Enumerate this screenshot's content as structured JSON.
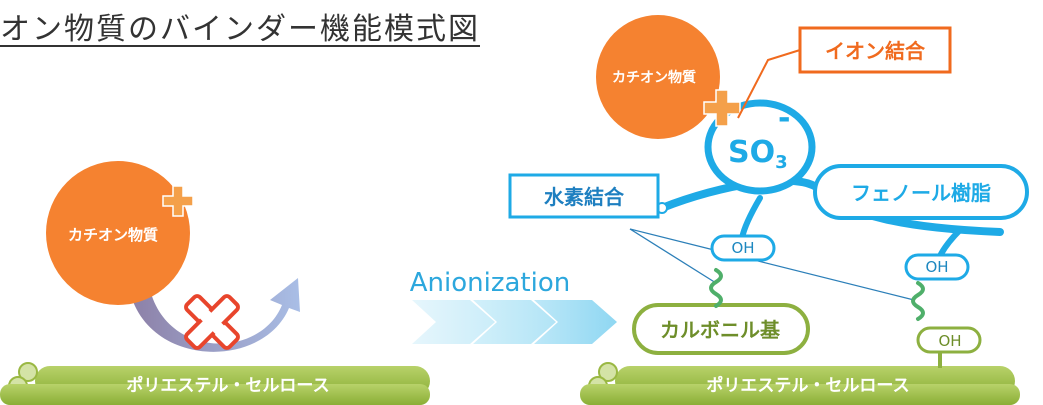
{
  "title": "オン物質のバインダー機能模式図",
  "labels": {
    "cation_left": "カチオン物質",
    "cation_right": "カチオン物質",
    "ionic_bond": "イオン結合",
    "hydrogen_bond": "水素結合",
    "phenol_resin": "フェノール樹脂",
    "carbonyl_group": "カルボニル基",
    "anionization": "Anionization",
    "so3_main": "SO",
    "so3_sub": "3",
    "oh_1": "OH",
    "oh_2": "OH",
    "oh_3": "OH",
    "fiber_left": "ポリエステル・セルロース",
    "fiber_right": "ポリエステル・セルロース",
    "plus_sign": "+",
    "minus_sign": "-"
  },
  "colors": {
    "cation_orange": "#F58230",
    "ionic_orange": "#F06A1E",
    "resin_blue": "#1EAAE6",
    "fiber_green": "#9AB843",
    "carbonyl_green": "#8DB040",
    "cross_red": "#E8452C",
    "arrow_light_blue": "#B7E4F6"
  }
}
